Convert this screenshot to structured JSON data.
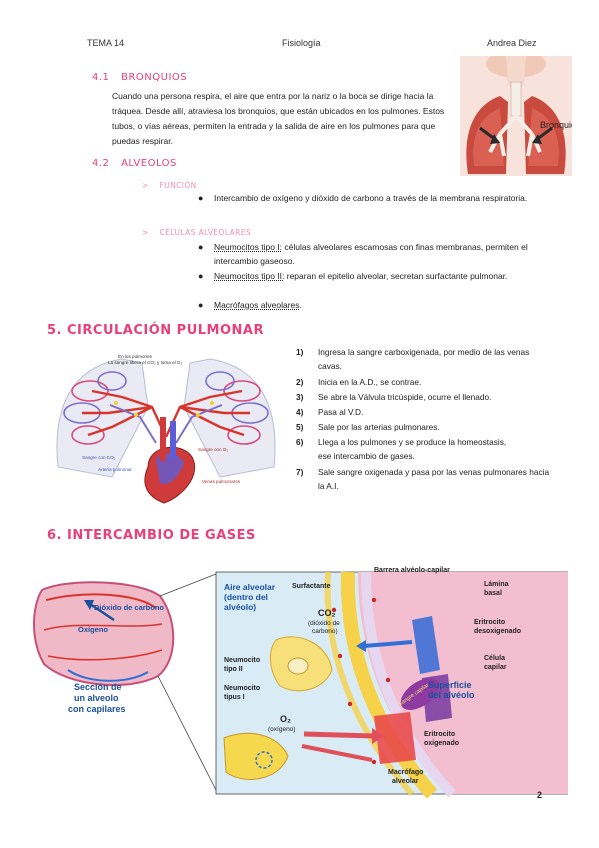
{
  "header": {
    "left": "TEMA 14",
    "center": "Fisiología",
    "right": "Andrea Diez"
  },
  "s41": {
    "number": "4.1",
    "title": "BRONQUIOS",
    "paragraph": "Cuando una persona respira, el aire que entra por la nariz o la boca se dirige hacia la tráquea. Desde allí, atraviesa los bronquios, que están ubicados en los pulmones. Estos tubos, o vías aéreas, permiten la entrada y la salida de aire en los pulmones para que puedas respirar.",
    "image_label": "Bronquio"
  },
  "s42": {
    "number": "4.2",
    "title": "ALVEOLOS",
    "funcion_label": "FUNCIÓN",
    "funcion_text": "Intercambio de oxígeno y dióxido de carbono a través de la membrana respiratoria.",
    "celulas_label": "CÉLULAS ALVEOLARES",
    "cells": [
      {
        "name": "Neumocitos tipo I:",
        "desc": " células alveolares escamosas con finas membranas, permiten el intercambio gaseoso."
      },
      {
        "name": "Neumocitos tipo II:",
        "desc": " reparan el epitelio alveolar, secretan surfactante pulmonar."
      },
      {
        "name": "Macrófagos alveolares",
        "desc": "."
      }
    ]
  },
  "s5": {
    "title": "5. CIRCULACIÓN PULMONAR",
    "steps": [
      {
        "n": "1)",
        "text": "Ingresa la sangre carboxigenada, por medio de las venas cavas."
      },
      {
        "n": "2)",
        "text": "Inicia en la A.D., se contrae."
      },
      {
        "n": "3)",
        "text": "Se abre la Válvula tricúspide, ocurre el llenado."
      },
      {
        "n": "4)",
        "text": "Pasa al V.D."
      },
      {
        "n": "5)",
        "text": "Sale por las arterias pulmonares."
      },
      {
        "n": "6)",
        "text": "Llega a los pulmones y se produce la homeostasis, ese intercambio de gases."
      },
      {
        "n": "7)",
        "text": "Sale sangre oxigenada y pasa por las venas pulmonares hacia la A.I."
      }
    ],
    "diagram": {
      "top1": "En los pulmones",
      "top2": "La sangre libera el CO₂ y toma el O₂",
      "co2": "Sangre con CO₂",
      "o2": "Sangre con O₂",
      "arteria": "Arteria pulmonar",
      "venas": "Venas pulmonares"
    }
  },
  "s6": {
    "title": "6. INTERCAMBIO DE GASES",
    "left_co2": "Dióxido de carbono",
    "left_o2": "Oxígeno",
    "caption1": "Sección de",
    "caption2": "un alveolo",
    "caption3": "con capilares",
    "barrera": "Barrera alvéolo-capilar",
    "aire1": "Aire alveolar",
    "aire2": "(dentro del",
    "aire3": "alvéolo)",
    "surfactante": "Surfactante",
    "lamina1": "Lámina",
    "lamina2": "basal",
    "co2": "CO₂",
    "co2_sub1": "(dióxido de",
    "co2_sub2": "carbono)",
    "eritro_desox1": "Eritrocito",
    "eritro_desox2": "desoxigenado",
    "neumo2_1": "Neumocito",
    "neumo2_2": "tipo II",
    "celula1": "Célula",
    "celula2": "capilar",
    "neumo1_1": "Neumocito",
    "neumo1_2": "tipus I",
    "superficie1": "Superficie",
    "superficie2": "del alvéolo",
    "sangre_cap": "Sangre capilar",
    "o2": "O₂",
    "o2_sub": "(oxígeno)",
    "eritro_ox1": "Eritrocito",
    "eritro_ox2": "oxigenado",
    "macro1": "Macrófago",
    "macro2": "alveolar"
  },
  "page_number": "2",
  "colors": {
    "accent_pink": "#e8417a",
    "accent_pink_light": "#f08fb0",
    "lung_red": "#d9342b",
    "vein_blue": "#2f6fd6",
    "alveolar_blue": "#1a4f9c"
  }
}
